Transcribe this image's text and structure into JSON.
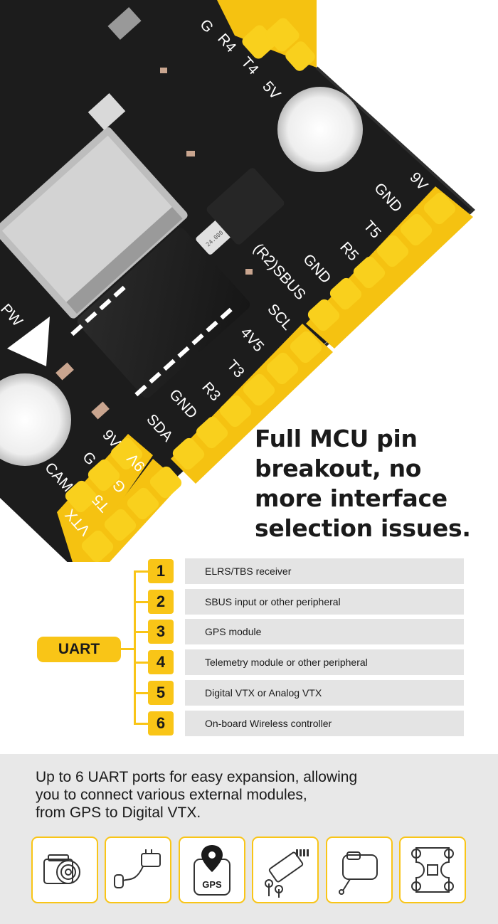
{
  "board_labels": {
    "top_right": [
      "G",
      "R4",
      "T4",
      "5V"
    ],
    "right_header": [
      "9V",
      "GND",
      "T5",
      "R5",
      "GND",
      "(R2)SBUS"
    ],
    "middle_header": [
      "SCL",
      "4V5",
      "T3",
      "R3",
      "GND",
      "SDA"
    ],
    "left_cam": [
      "9V",
      "G",
      "CAM"
    ],
    "left_vtx": [
      "9V",
      "G",
      "T5",
      "VTX"
    ],
    "partial": "PW",
    "crystal": "24.000"
  },
  "headline": [
    "Full MCU pin",
    "breakout, no",
    "more interface",
    "selection issues."
  ],
  "uart": {
    "label": "UART",
    "rows": [
      {
        "num": "1",
        "text": "ELRS/TBS receiver"
      },
      {
        "num": "2",
        "text": "SBUS input or other peripheral"
      },
      {
        "num": "3",
        "text": "GPS module"
      },
      {
        "num": "4",
        "text": "Telemetry module or other peripheral"
      },
      {
        "num": "5",
        "text": "Digital VTX or Analog VTX"
      },
      {
        "num": "6",
        "text": "On-board Wireless controller"
      }
    ]
  },
  "description": [
    "Up to 6 UART ports for easy expansion, allowing",
    "you to connect various external modules,",
    "from GPS to Digital VTX."
  ],
  "icons": [
    {
      "name": "camera-icon"
    },
    {
      "name": "receiver-icon"
    },
    {
      "name": "gps-module-icon",
      "label": "GPS"
    },
    {
      "name": "elrs-receiver-icon"
    },
    {
      "name": "vtx-module-icon"
    },
    {
      "name": "wireless-controller-icon"
    }
  ],
  "colors": {
    "accent": "#f9c517",
    "board": "#1b1b1b",
    "row_bg": "#e4e4e4",
    "band_bg": "#e8e8e8"
  }
}
